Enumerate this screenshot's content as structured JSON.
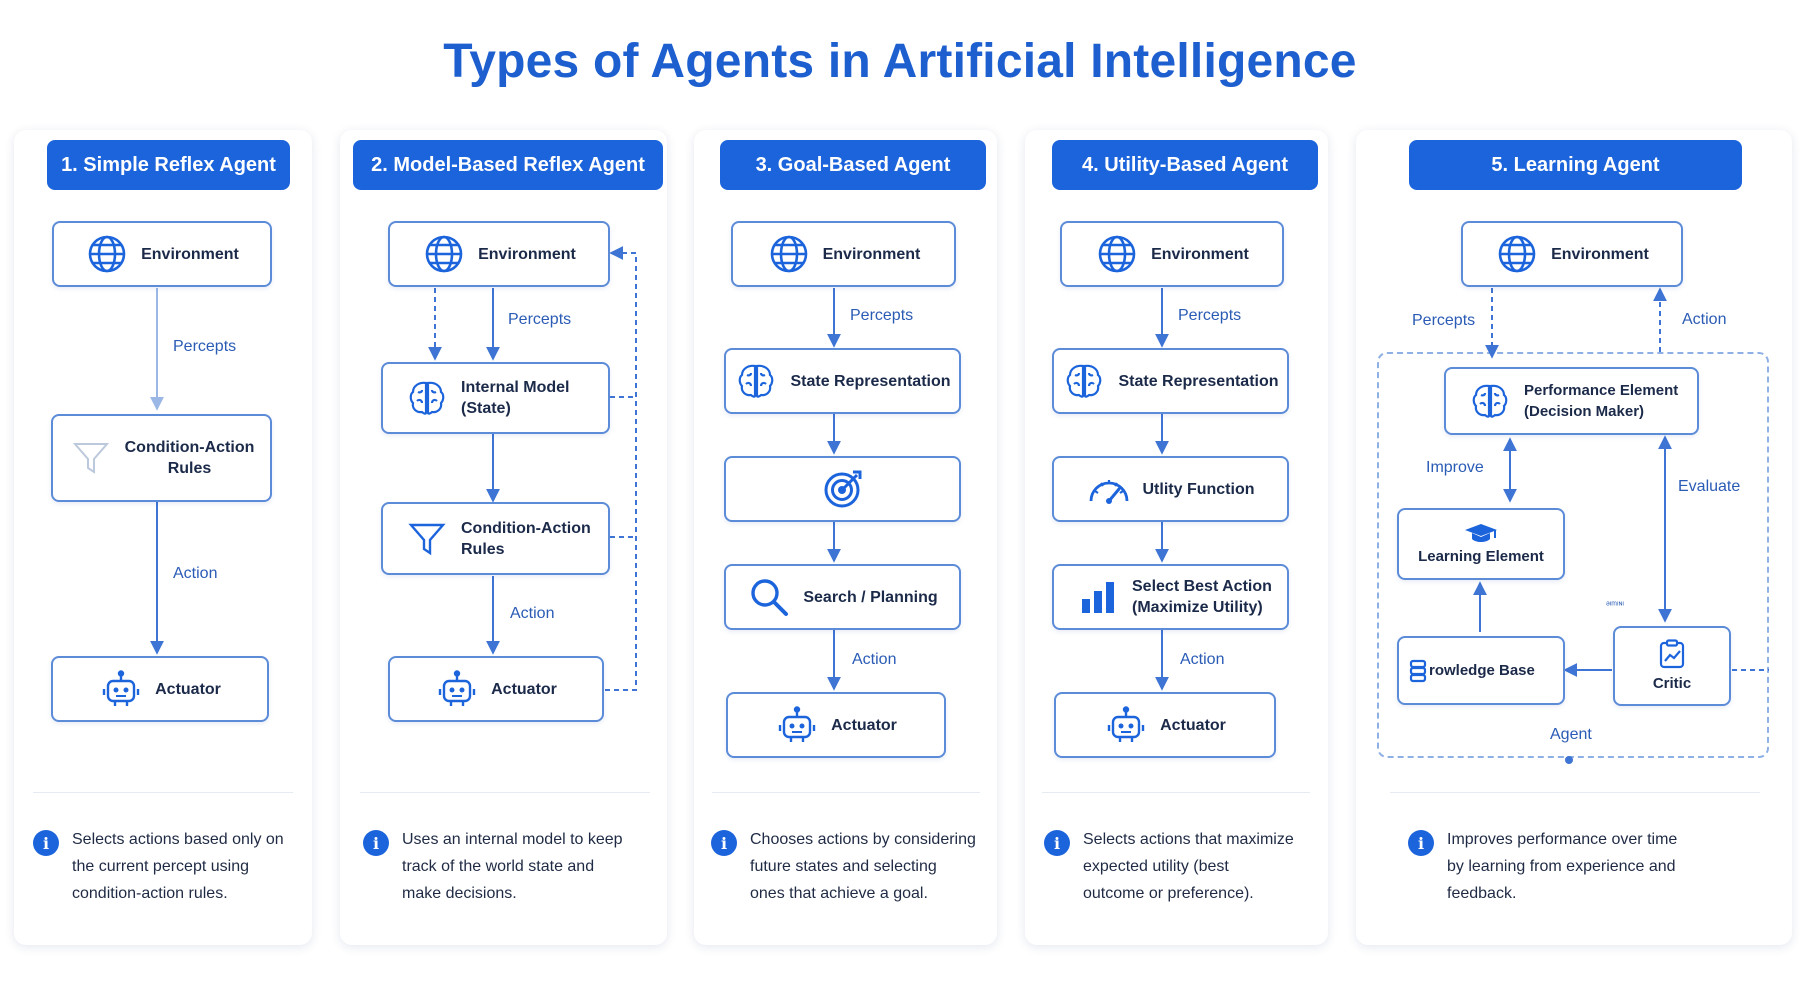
{
  "title": "Types of Agents in Artificial Intelligence",
  "icons": {
    "environment": "globe-icon",
    "model": "brain-icon",
    "rules": "funnel-icon",
    "actuator": "robot-icon",
    "goal": "target-icon",
    "search": "magnifier-icon",
    "utility": "gauge-icon",
    "select": "bar-chart-icon",
    "learning": "graduation-cap-icon",
    "knowledge": "database-icon",
    "critic": "clipboard-chart-icon",
    "info": "info-icon"
  },
  "colors": {
    "accent": "#1c64dc",
    "node_border": "#5c8bd8",
    "edge": "#4a7fd6"
  },
  "panels": [
    {
      "header": "1. Simple Reflex Agent",
      "nodes": {
        "environment": "Environment",
        "rules_line1": "Condition-Action",
        "rules_line2": "Rules",
        "actuator": "Actuator"
      },
      "labels": {
        "percepts": "Percepts",
        "action": "Action"
      },
      "description": [
        "Selects actions based only on",
        "the current percept using",
        "condition-action rules."
      ]
    },
    {
      "header": "2. Model-Based Reflex Agent",
      "nodes": {
        "environment": "Environment",
        "model_line1": "Internal Model",
        "model_line2": "(State)",
        "rules_line1": "Condition-Action",
        "rules_line2": "Rules",
        "actuator": "Actuator"
      },
      "labels": {
        "percepts": "Percepts",
        "action": "Action"
      },
      "description": [
        "Uses an internal model to keep",
        "track of the world state and",
        "make decisions."
      ]
    },
    {
      "header": "3. Goal-Based Agent",
      "nodes": {
        "environment": "Environment",
        "state": "State Representation",
        "search": "Search / Planning",
        "actuator": "Actuator"
      },
      "labels": {
        "percepts": "Percepts",
        "action": "Action"
      },
      "description": [
        "Chooses actions by considering",
        "future states and selecting",
        "ones that achieve a goal."
      ]
    },
    {
      "header": "4. Utility-Based Agent",
      "nodes": {
        "environment": "Environment",
        "state": "State Representation",
        "utility": "Utlity Function",
        "select_line1": "Select Best Action",
        "select_line2": "(Maximize Utility)",
        "actuator": "Actuator"
      },
      "labels": {
        "percepts": "Percepts",
        "action": "Action"
      },
      "description": [
        "Selects actions that maximize",
        "expected utility (best",
        "outcome or preference)."
      ]
    },
    {
      "header": "5. Learning Agent",
      "nodes": {
        "environment": "Environment",
        "performance_line1": "Performance Element",
        "performance_line2": "(Decision Maker)",
        "learning": "Learning Element",
        "knowledge": "rowledge Base",
        "critic": "Critic"
      },
      "labels": {
        "percepts": "Percepts",
        "action": "Action",
        "improve": "Improve",
        "evaluate": "Evaluate",
        "agent": "Agent",
        "garbled": "ᵊᶦᵐᶦᶰᶦ"
      },
      "description": [
        "Improves performance over time",
        "by learning from experience and",
        "feedback."
      ]
    }
  ]
}
